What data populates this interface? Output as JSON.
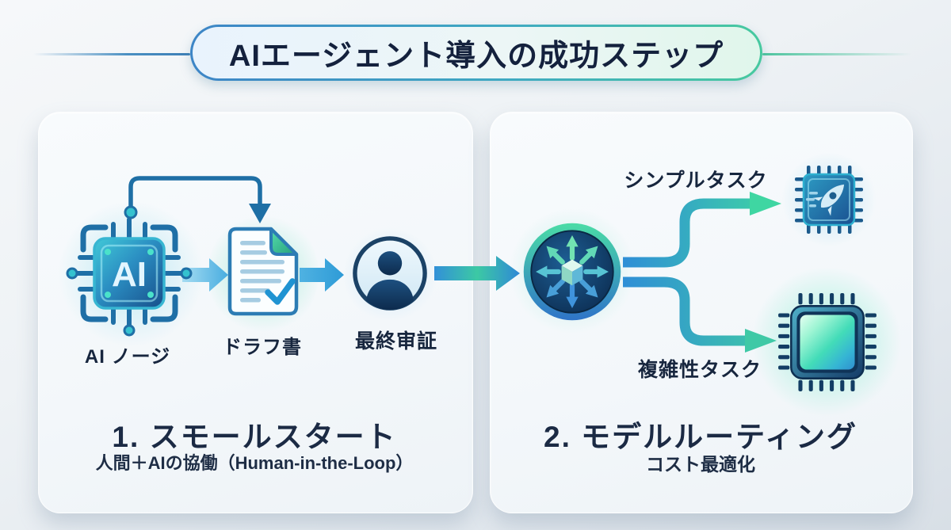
{
  "header": {
    "title": "AIエージェント導入の成功ステップ"
  },
  "left_panel": {
    "ai_node": {
      "chip_text": "AI",
      "label": "AI ノージ"
    },
    "draft": {
      "label": "ドラフ書"
    },
    "review": {
      "label": "最終审証"
    },
    "step_title": "1. スモールスタート",
    "step_subtitle": "人間＋AIの協働（Human-in-the-Loop）"
  },
  "right_panel": {
    "simple_branch": {
      "label": "シンプルタスク"
    },
    "complex_branch": {
      "label": "複雑性タスク"
    },
    "step_title": "2. モデルルーティング",
    "step_subtitle": "コスト最適化"
  },
  "colors": {
    "accent_blue": "#2f8fd6",
    "accent_teal": "#3ed1a4",
    "pill_border_blue": "#3d85c6",
    "pill_border_green": "#47c99f",
    "title_text": "#14213d",
    "label_text": "#17263e"
  }
}
